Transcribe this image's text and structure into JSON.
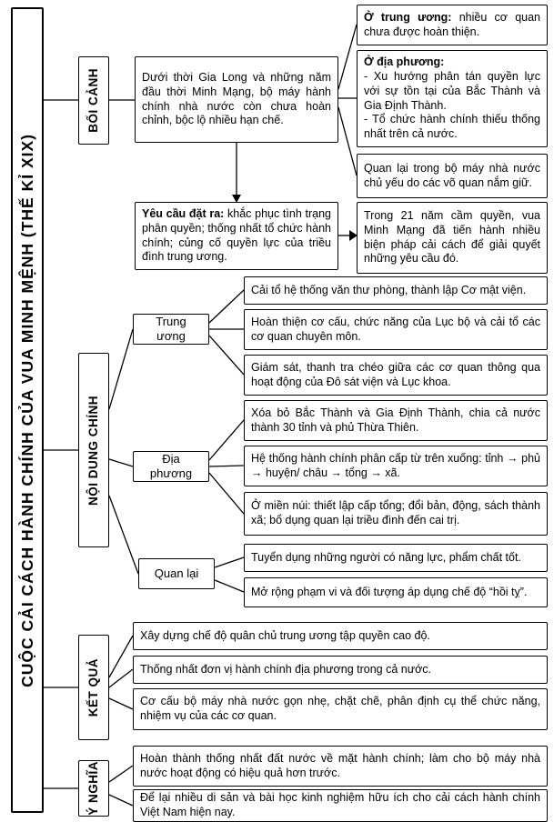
{
  "title": "CUỘC CẢI CÁCH HÀNH CHÍNH CỦA VUA MINH MỆNH (THẾ KỈ XIX)",
  "sections": {
    "boi_canh": {
      "label": "BỐI CẢNH",
      "context": "Dưới thời Gia Long và những năm đầu thời Minh Mạng, bộ máy hành chính nhà nước còn chưa hoàn chỉnh, bộc lộ nhiều hạn chế.",
      "detail1_prefix": "Ở trung ương:",
      "detail1_text": " nhiều cơ quan chưa được hoàn thiện.",
      "detail2_prefix": "Ở địa phương:",
      "detail2_text": "- Xu hướng phân tán quyền lực với sự tồn tại của Bắc Thành và Gia Định Thành.\n- Tổ chức hành chính thiếu thống nhất trên cả nước.",
      "detail3": "Quan lại trong bộ máy nhà nước chủ yếu do các võ quan nắm giữ.",
      "requirement_prefix": "Yêu cầu đặt ra:",
      "requirement_text": " khắc phục tình trạng phân quyền; thống nhất tổ chức hành chính; củng cố quyền lực của triều đình trung ương.",
      "result": "Trong 21 năm cầm quyền, vua Minh Mạng đã tiến hành nhiều biện pháp cải cách để giải quyết những yêu cầu đó."
    },
    "noi_dung": {
      "label": "NỘI DUNG CHÍNH",
      "trung_uong": {
        "label": "Trung ương",
        "items": [
          "Cải tổ hệ thống văn thư phòng, thành lập Cơ mật viện.",
          "Hoàn thiện cơ cấu, chức năng của Lục bộ và cải tổ các cơ quan chuyên môn.",
          "Giám sát, thanh tra chéo giữa các cơ quan thông qua hoạt động của Đô sát viện và Lục khoa."
        ]
      },
      "dia_phuong": {
        "label": "Địa phương",
        "items": [
          "Xóa bỏ Bắc Thành và Gia Định Thành, chia cả nước thành 30 tỉnh và phủ Thừa Thiên.",
          "Hệ thống hành chính phân cấp từ trên xuống: tỉnh → phủ → huyện/ châu → tổng → xã.",
          "Ở miền núi: thiết lập cấp tổng; đổi bản, động, sách thành xã; bổ dụng quan lại triều đình đến cai trị."
        ]
      },
      "quan_lai": {
        "label": "Quan lại",
        "items": [
          "Tuyển dụng những người có năng lực, phẩm chất tốt.",
          "Mở rộng phạm vi và đối tượng áp dụng chế độ “hồi tỵ”."
        ]
      }
    },
    "ket_qua": {
      "label": "KẾT QUẢ",
      "items": [
        "Xây dựng chế độ quân chủ trung ương tập quyền cao độ.",
        "Thống nhất đơn vị hành chính địa phương trong cả nước.",
        "Cơ cấu bộ máy nhà nước gọn nhẹ, chặt chẽ, phân định cụ thể chức năng, nhiệm vụ của các cơ quan."
      ]
    },
    "y_nghia": {
      "label": "Ý NGHĨA",
      "items": [
        "Hoàn thành thống nhất đất nước về mặt hành chính; làm cho bộ máy nhà nước hoạt động có hiệu quả hơn trước.",
        "Để lại nhiều di sản và bài học kinh nghiệm hữu ích cho cải cách hành chính Việt Nam hiện nay."
      ]
    }
  }
}
